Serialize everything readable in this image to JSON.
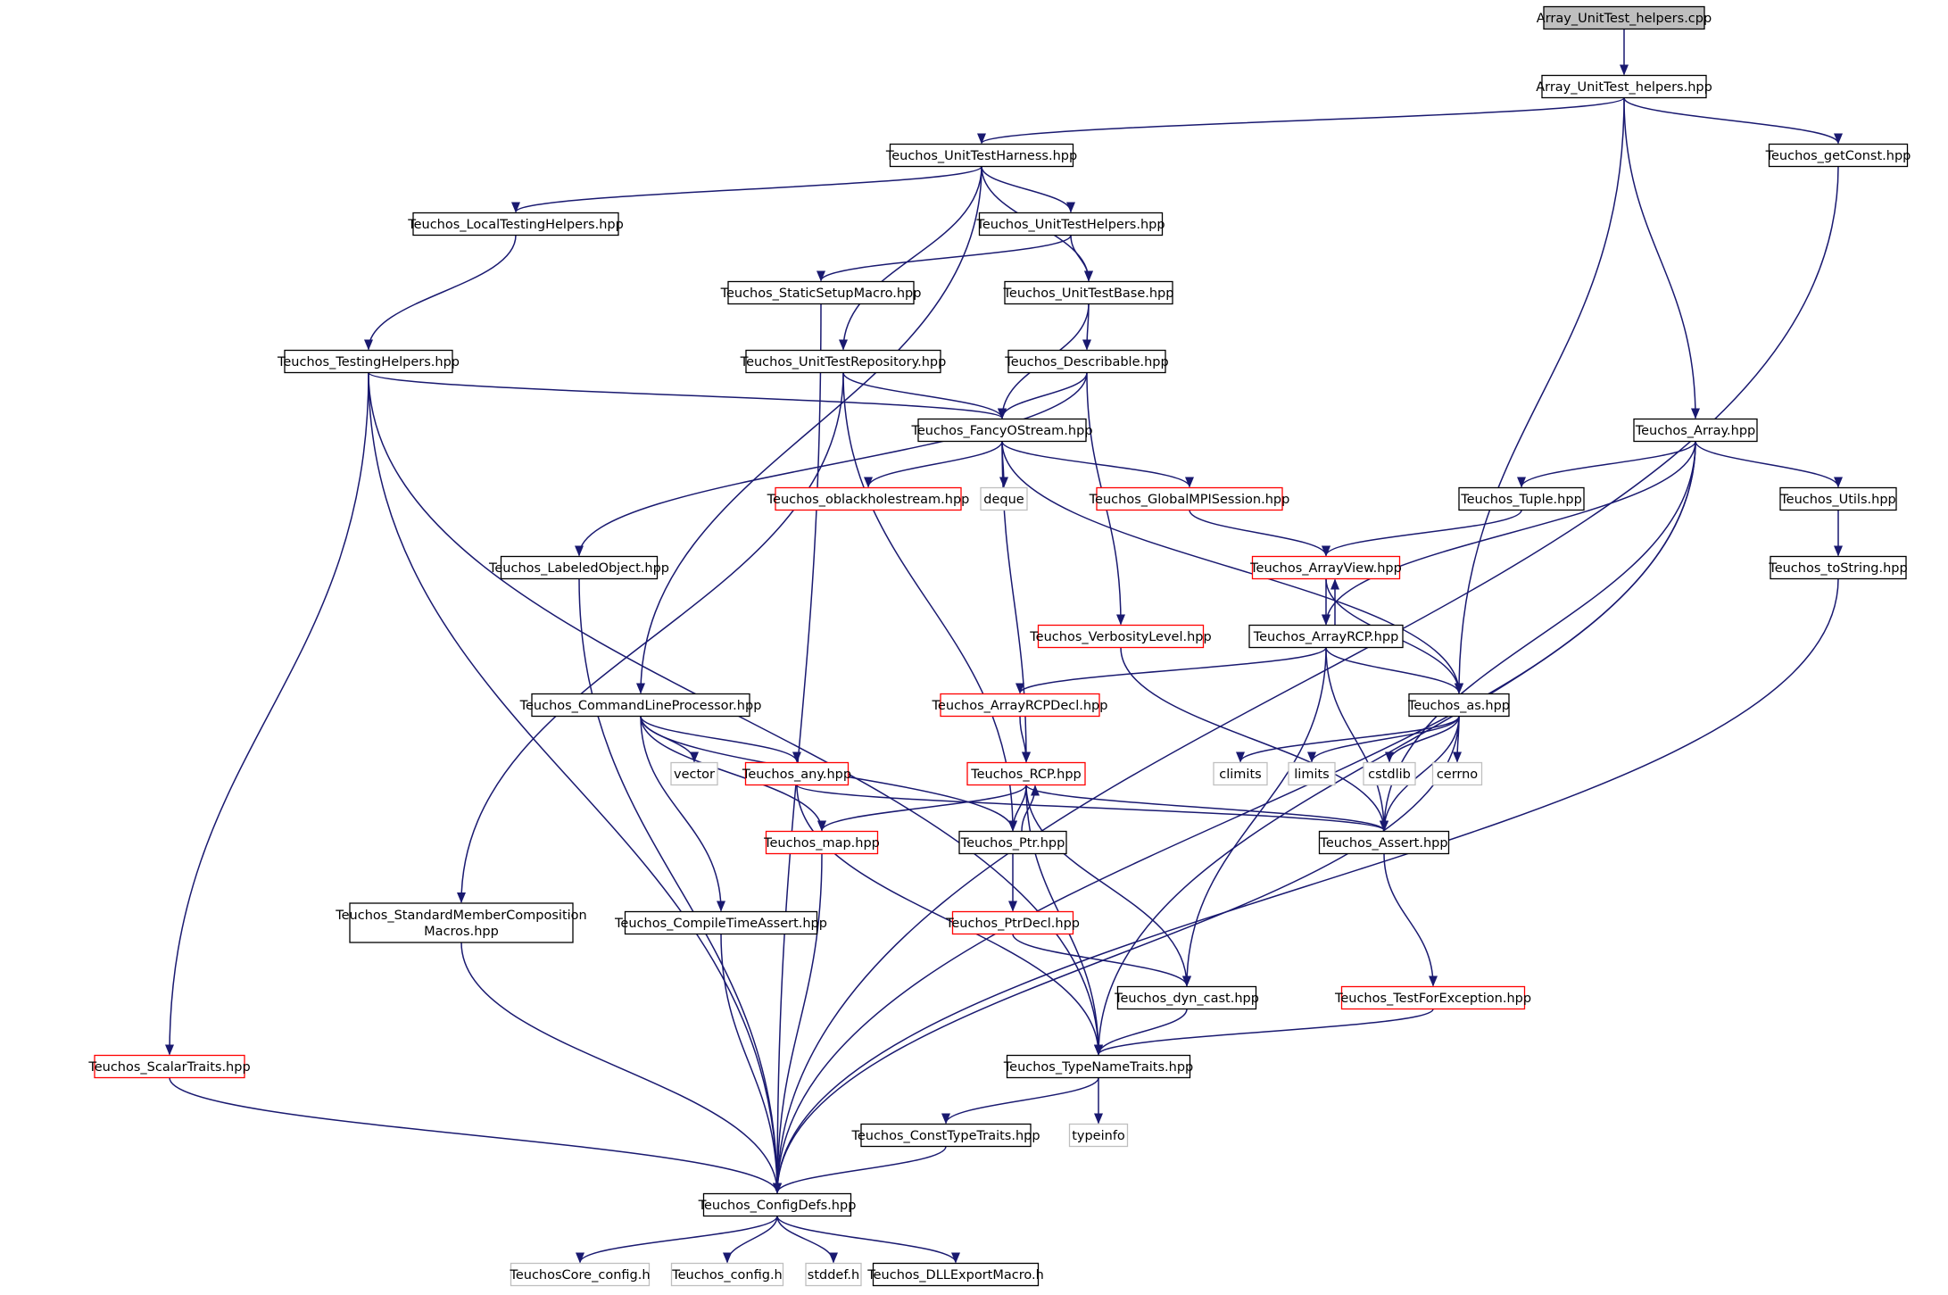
{
  "colors": {
    "edge": "#191970",
    "node_border_default": "#000000",
    "node_border_incomplete": "#ff0000",
    "node_border_system": "#bfbfbf",
    "node_fill_root": "#bfbfbf",
    "node_fill": "#ffffff"
  },
  "nodes": [
    {
      "id": "n0",
      "label": "Array_UnitTest_helpers.cpp",
      "style": "root"
    },
    {
      "id": "n1",
      "label": "Array_UnitTest_helpers.hpp",
      "style": "default"
    },
    {
      "id": "n2",
      "label": "Teuchos_UnitTestHarness.hpp",
      "style": "default"
    },
    {
      "id": "n3",
      "label": "Teuchos_getConst.hpp",
      "style": "default"
    },
    {
      "id": "n4",
      "label": "Teuchos_LocalTestingHelpers.hpp",
      "style": "default"
    },
    {
      "id": "n5",
      "label": "Teuchos_UnitTestHelpers.hpp",
      "style": "default"
    },
    {
      "id": "n6",
      "label": "Teuchos_StaticSetupMacro.hpp",
      "style": "default"
    },
    {
      "id": "n7",
      "label": "Teuchos_UnitTestBase.hpp",
      "style": "default"
    },
    {
      "id": "n8",
      "label": "Teuchos_TestingHelpers.hpp",
      "style": "default"
    },
    {
      "id": "n9",
      "label": "Teuchos_UnitTestRepository.hpp",
      "style": "default"
    },
    {
      "id": "n10",
      "label": "Teuchos_Describable.hpp",
      "style": "default"
    },
    {
      "id": "n11",
      "label": "Teuchos_FancyOStream.hpp",
      "style": "default"
    },
    {
      "id": "n12",
      "label": "Teuchos_Array.hpp",
      "style": "default"
    },
    {
      "id": "n13",
      "label": "Teuchos_oblackholestream.hpp",
      "style": "incomplete"
    },
    {
      "id": "n14",
      "label": "deque",
      "style": "system"
    },
    {
      "id": "n15",
      "label": "Teuchos_GlobalMPISession.hpp",
      "style": "incomplete"
    },
    {
      "id": "n16",
      "label": "Teuchos_Tuple.hpp",
      "style": "default"
    },
    {
      "id": "n17",
      "label": "Teuchos_Utils.hpp",
      "style": "default"
    },
    {
      "id": "n18",
      "label": "Teuchos_LabeledObject.hpp",
      "style": "default"
    },
    {
      "id": "n19",
      "label": "Teuchos_ArrayView.hpp",
      "style": "incomplete"
    },
    {
      "id": "n20",
      "label": "Teuchos_toString.hpp",
      "style": "default"
    },
    {
      "id": "n21",
      "label": "Teuchos_VerbosityLevel.hpp",
      "style": "incomplete"
    },
    {
      "id": "n22",
      "label": "Teuchos_ArrayRCP.hpp",
      "style": "default"
    },
    {
      "id": "n23",
      "label": "Teuchos_CommandLineProcessor.hpp",
      "style": "default"
    },
    {
      "id": "n24",
      "label": "Teuchos_ArrayRCPDecl.hpp",
      "style": "incomplete"
    },
    {
      "id": "n25",
      "label": "Teuchos_as.hpp",
      "style": "default"
    },
    {
      "id": "n26",
      "label": "vector",
      "style": "system"
    },
    {
      "id": "n27",
      "label": "Teuchos_any.hpp",
      "style": "incomplete"
    },
    {
      "id": "n28",
      "label": "Teuchos_RCP.hpp",
      "style": "incomplete"
    },
    {
      "id": "n29",
      "label": "climits",
      "style": "system"
    },
    {
      "id": "n30",
      "label": "limits",
      "style": "system"
    },
    {
      "id": "n31",
      "label": "cstdlib",
      "style": "system"
    },
    {
      "id": "n32",
      "label": "cerrno",
      "style": "system"
    },
    {
      "id": "n33",
      "label": "Teuchos_map.hpp",
      "style": "incomplete"
    },
    {
      "id": "n34",
      "label": "Teuchos_Ptr.hpp",
      "style": "default"
    },
    {
      "id": "n35",
      "label": "Teuchos_Assert.hpp",
      "style": "default"
    },
    {
      "id": "n36",
      "label": "Teuchos_StandardMemberComposition",
      "label2": "Macros.hpp",
      "style": "default"
    },
    {
      "id": "n37",
      "label": "Teuchos_CompileTimeAssert.hpp",
      "style": "default"
    },
    {
      "id": "n38",
      "label": "Teuchos_PtrDecl.hpp",
      "style": "incomplete"
    },
    {
      "id": "n39",
      "label": "Teuchos_dyn_cast.hpp",
      "style": "default"
    },
    {
      "id": "n40",
      "label": "Teuchos_TestForException.hpp",
      "style": "incomplete"
    },
    {
      "id": "n41",
      "label": "Teuchos_ScalarTraits.hpp",
      "style": "incomplete"
    },
    {
      "id": "n42",
      "label": "Teuchos_TypeNameTraits.hpp",
      "style": "default"
    },
    {
      "id": "n43",
      "label": "Teuchos_ConstTypeTraits.hpp",
      "style": "default"
    },
    {
      "id": "n44",
      "label": "typeinfo",
      "style": "system"
    },
    {
      "id": "n45",
      "label": "Teuchos_ConfigDefs.hpp",
      "style": "default"
    },
    {
      "id": "n46",
      "label": "TeuchosCore_config.h",
      "style": "system"
    },
    {
      "id": "n47",
      "label": "Teuchos_config.h",
      "style": "system"
    },
    {
      "id": "n48",
      "label": "stddef.h",
      "style": "system"
    },
    {
      "id": "n49",
      "label": "Teuchos_DLLExportMacro.h",
      "style": "default"
    }
  ],
  "edges": [
    [
      "n0",
      "n1"
    ],
    [
      "n1",
      "n2"
    ],
    [
      "n1",
      "n3"
    ],
    [
      "n1",
      "n25"
    ],
    [
      "n1",
      "n12"
    ],
    [
      "n2",
      "n4"
    ],
    [
      "n2",
      "n5"
    ],
    [
      "n2",
      "n7"
    ],
    [
      "n2",
      "n9"
    ],
    [
      "n2",
      "n23"
    ],
    [
      "n3",
      "n45"
    ],
    [
      "n4",
      "n8"
    ],
    [
      "n5",
      "n6"
    ],
    [
      "n5",
      "n7"
    ],
    [
      "n6",
      "n45"
    ],
    [
      "n7",
      "n10"
    ],
    [
      "n7",
      "n11"
    ],
    [
      "n8",
      "n11"
    ],
    [
      "n8",
      "n41"
    ],
    [
      "n8",
      "n42"
    ],
    [
      "n8",
      "n45"
    ],
    [
      "n9",
      "n11"
    ],
    [
      "n9",
      "n34"
    ],
    [
      "n9",
      "n36"
    ],
    [
      "n10",
      "n11"
    ],
    [
      "n10",
      "n18"
    ],
    [
      "n10",
      "n21"
    ],
    [
      "n11",
      "n13"
    ],
    [
      "n11",
      "n14"
    ],
    [
      "n11",
      "n15"
    ],
    [
      "n11",
      "n25"
    ],
    [
      "n11",
      "n28"
    ],
    [
      "n12",
      "n16"
    ],
    [
      "n12",
      "n17"
    ],
    [
      "n12",
      "n22"
    ],
    [
      "n12",
      "n35"
    ],
    [
      "n12",
      "n42"
    ],
    [
      "n12",
      "n45"
    ],
    [
      "n15",
      "n19"
    ],
    [
      "n16",
      "n19"
    ],
    [
      "n17",
      "n20"
    ],
    [
      "n18",
      "n45"
    ],
    [
      "n19",
      "n22"
    ],
    [
      "n19",
      "n25"
    ],
    [
      "n20",
      "n45"
    ],
    [
      "n21",
      "n35"
    ],
    [
      "n22",
      "n19"
    ],
    [
      "n22",
      "n24"
    ],
    [
      "n22",
      "n25"
    ],
    [
      "n22",
      "n35"
    ],
    [
      "n22",
      "n39"
    ],
    [
      "n23",
      "n26"
    ],
    [
      "n23",
      "n27"
    ],
    [
      "n23",
      "n33"
    ],
    [
      "n23",
      "n34"
    ],
    [
      "n23",
      "n37"
    ],
    [
      "n24",
      "n28"
    ],
    [
      "n25",
      "n29"
    ],
    [
      "n25",
      "n30"
    ],
    [
      "n25",
      "n31"
    ],
    [
      "n25",
      "n32"
    ],
    [
      "n25",
      "n35"
    ],
    [
      "n25",
      "n45"
    ],
    [
      "n27",
      "n35"
    ],
    [
      "n27",
      "n42"
    ],
    [
      "n28",
      "n33"
    ],
    [
      "n28",
      "n34"
    ],
    [
      "n28",
      "n35"
    ],
    [
      "n28",
      "n39"
    ],
    [
      "n28",
      "n42"
    ],
    [
      "n33",
      "n45"
    ],
    [
      "n34",
      "n28"
    ],
    [
      "n34",
      "n38"
    ],
    [
      "n35",
      "n40"
    ],
    [
      "n36",
      "n45"
    ],
    [
      "n37",
      "n45"
    ],
    [
      "n38",
      "n39"
    ],
    [
      "n39",
      "n42"
    ],
    [
      "n40",
      "n42"
    ],
    [
      "n41",
      "n45"
    ],
    [
      "n42",
      "n43"
    ],
    [
      "n42",
      "n44"
    ],
    [
      "n43",
      "n45"
    ],
    [
      "n45",
      "n46"
    ],
    [
      "n45",
      "n47"
    ],
    [
      "n45",
      "n48"
    ],
    [
      "n45",
      "n49"
    ]
  ]
}
